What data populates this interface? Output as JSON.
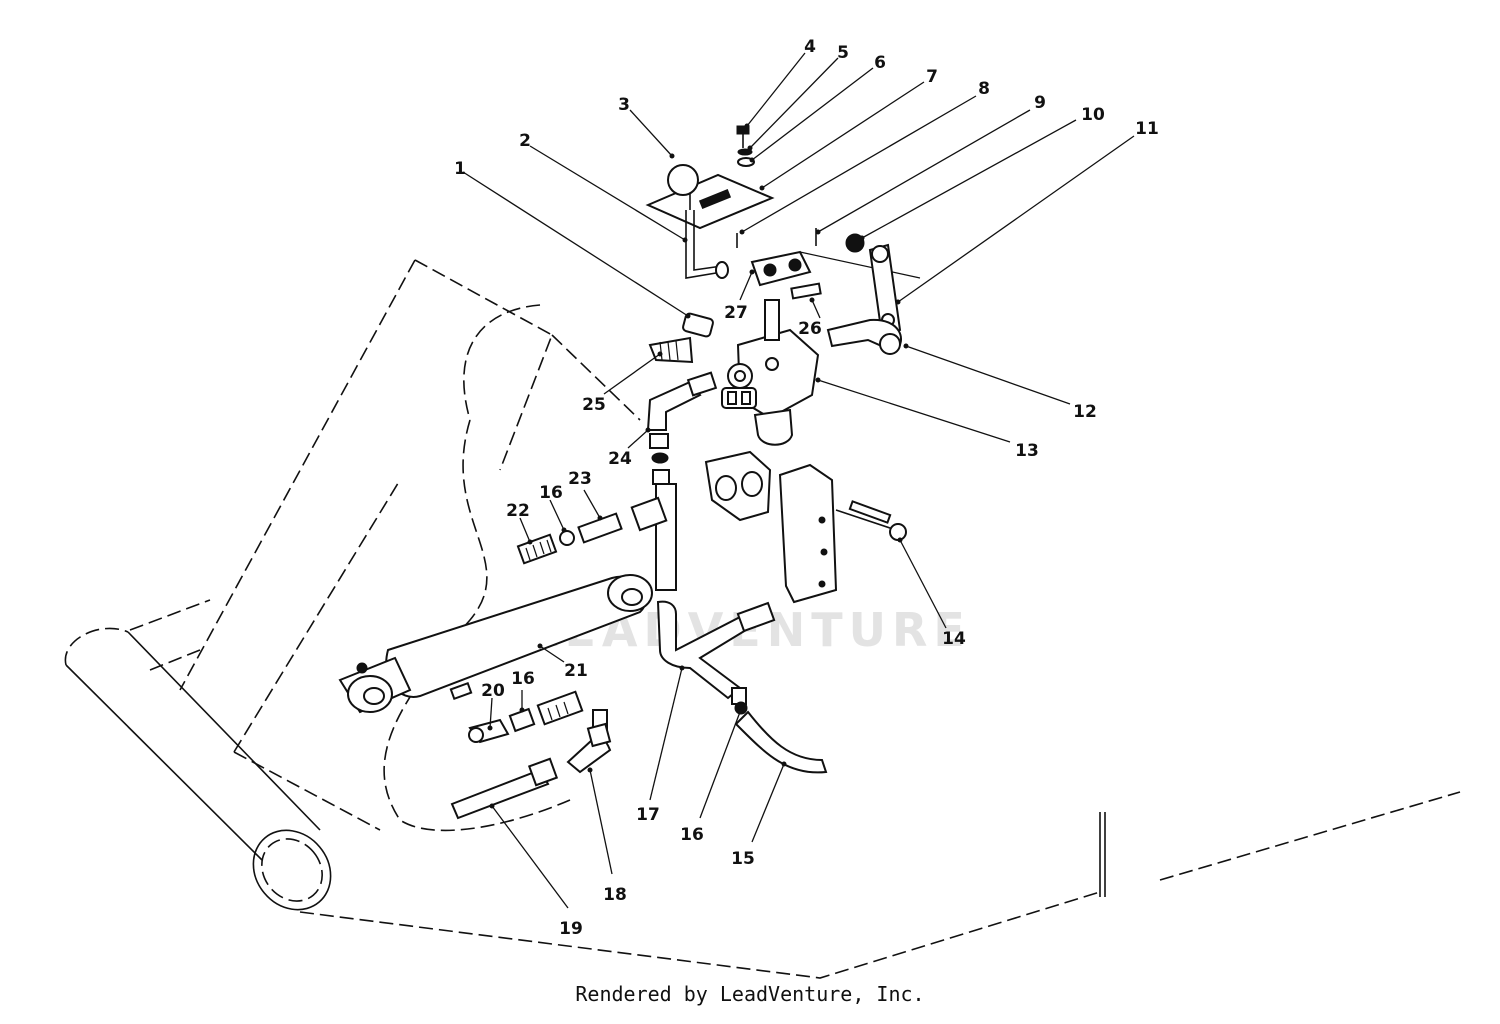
{
  "footer": "Rendered by LeadVenture, Inc.",
  "watermark": "LEADVENTURE",
  "callouts": [
    "1",
    "2",
    "3",
    "4",
    "5",
    "6",
    "7",
    "8",
    "9",
    "10",
    "11",
    "12",
    "13",
    "14",
    "15",
    "16",
    "16",
    "16",
    "17",
    "18",
    "19",
    "20",
    "21",
    "22",
    "23",
    "24",
    "25",
    "26",
    "27"
  ]
}
